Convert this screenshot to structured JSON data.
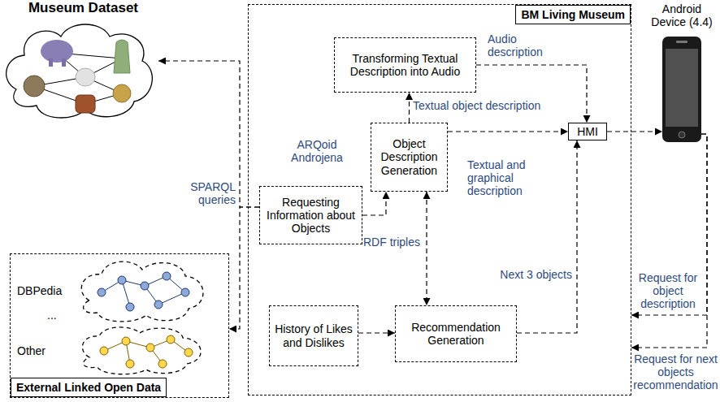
{
  "diagram": {
    "nodes": [
      {
        "text": [
          "Museum Dataset"
        ]
      },
      {
        "text": [
          "BM Living Museum"
        ]
      },
      {
        "text": [
          "Transforming Textual Description into Audio"
        ],
        "in": 1
      },
      {
        "text": [
          "Object Description Generation"
        ],
        "in": 1
      },
      {
        "text": [
          "Requesting Information about Objects"
        ],
        "in": 1
      },
      {
        "text": [
          "HMI"
        ],
        "in": 1
      },
      {
        "text": [
          "History of Likes and Dislikes"
        ],
        "in": 1
      },
      {
        "text": [
          "Recommendation Generation"
        ],
        "in": 1
      },
      {
        "text": [
          "Android Device (4.4)"
        ]
      },
      {
        "text": [
          "External Linked Open Data"
        ]
      },
      {
        "text": [
          "DBPedia"
        ],
        "in": 9
      },
      {
        "text": [
          "Other"
        ],
        "in": 9
      }
    ],
    "edges": [
      {
        "from": 4,
        "to": 0,
        "label": "SPARQL queries",
        "arrow": "to"
      },
      {
        "from": 4,
        "to": 9,
        "arrow": "to"
      },
      {
        "from": 3,
        "to": 2,
        "label": "Textual object description",
        "arrow": "to"
      },
      {
        "from": 2,
        "to": 5,
        "label": "Audio description",
        "arrow": "to"
      },
      {
        "from": 3,
        "to": 5,
        "label": "Textual and graphical description",
        "arrow": "to"
      },
      {
        "from": 4,
        "to": 3,
        "label": "RDF triples",
        "arrow": "to"
      },
      {
        "from": 3,
        "to": 7,
        "arrow": "both"
      },
      {
        "from": 6,
        "to": 7,
        "arrow": "to"
      },
      {
        "from": 7,
        "to": 5,
        "label": "Next 3 objects",
        "arrow": "to"
      },
      {
        "from": 5,
        "to": 8,
        "arrow": "to"
      },
      {
        "from": 8,
        "to": 1,
        "label": "Request for object description",
        "arrow": "to"
      },
      {
        "from": 8,
        "to": 1,
        "label": "Request for next objects recommendation",
        "arrow": "to"
      }
    ],
    "labels": [
      "ARQoid Androjena",
      "..."
    ]
  }
}
